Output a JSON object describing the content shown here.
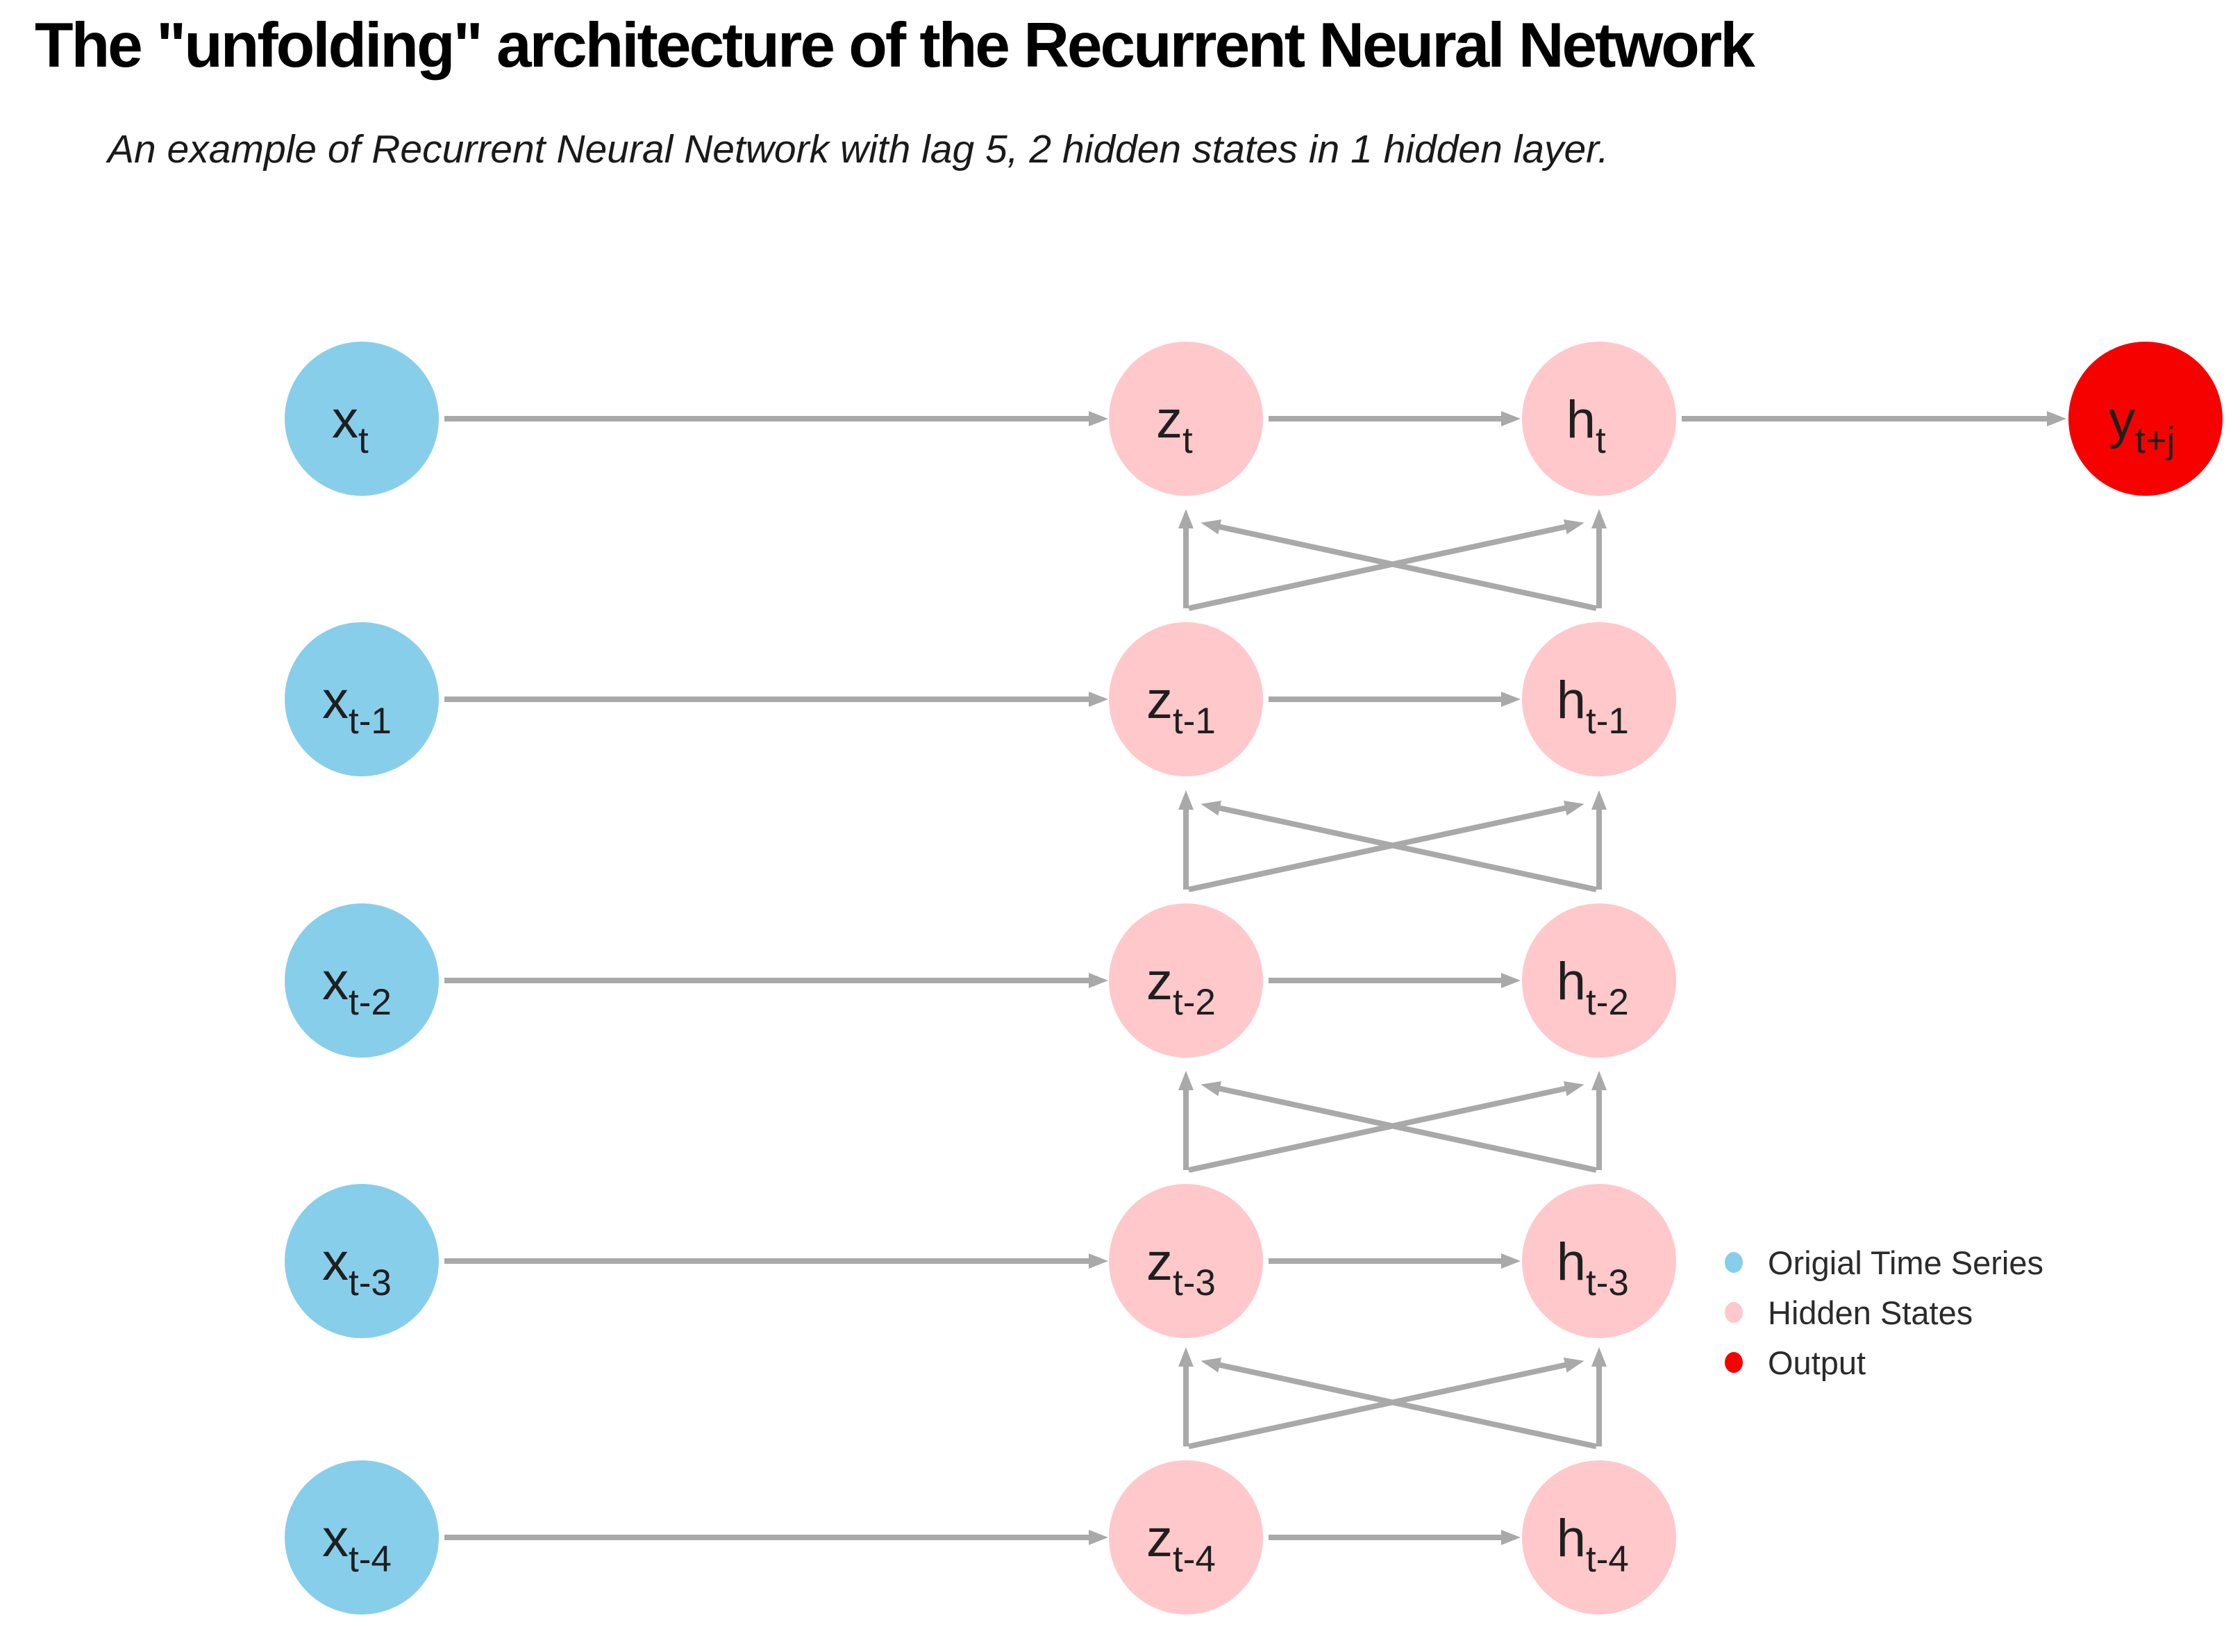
{
  "title": "The \"unfolding\" architecture of the Recurrent Neural Network",
  "subtitle": "An example of Recurrent Neural Network with lag 5, 2 hidden states in 1 hidden layer.",
  "colors": {
    "input_node": "#87ceeb",
    "hidden_node": "#ffc8cb",
    "output_node": "#f70000",
    "arrow": "#a9a9a9",
    "label_text": "#1f1f1f"
  },
  "nodes": {
    "x": [
      {
        "main": "x",
        "sub": "t"
      },
      {
        "main": "x",
        "sub": "t-1"
      },
      {
        "main": "x",
        "sub": "t-2"
      },
      {
        "main": "x",
        "sub": "t-3"
      },
      {
        "main": "x",
        "sub": "t-4"
      }
    ],
    "z": [
      {
        "main": "z",
        "sub": "t"
      },
      {
        "main": "z",
        "sub": "t-1"
      },
      {
        "main": "z",
        "sub": "t-2"
      },
      {
        "main": "z",
        "sub": "t-3"
      },
      {
        "main": "z",
        "sub": "t-4"
      }
    ],
    "h": [
      {
        "main": "h",
        "sub": "t"
      },
      {
        "main": "h",
        "sub": "t-1"
      },
      {
        "main": "h",
        "sub": "t-2"
      },
      {
        "main": "h",
        "sub": "t-3"
      },
      {
        "main": "h",
        "sub": "t-4"
      }
    ],
    "y": {
      "main": "y",
      "sub": "t+j"
    }
  },
  "edges": [
    "x(t)->z(t)",
    "x(t-1)->z(t-1)",
    "x(t-2)->z(t-2)",
    "x(t-3)->z(t-3)",
    "x(t-4)->z(t-4)",
    "z(t)->h(t)",
    "z(t-1)->h(t-1)",
    "z(t-2)->h(t-2)",
    "z(t-3)->h(t-3)",
    "z(t-4)->h(t-4)",
    "h(t)->y(t+j)",
    "z(t-1)->z(t)",
    "z(t-1)->h(t)",
    "h(t-1)->h(t)",
    "h(t-1)->z(t)",
    "z(t-2)->z(t-1)",
    "z(t-2)->h(t-1)",
    "h(t-2)->h(t-1)",
    "h(t-2)->z(t-1)",
    "z(t-3)->z(t-2)",
    "z(t-3)->h(t-2)",
    "h(t-3)->h(t-2)",
    "h(t-3)->z(t-2)",
    "z(t-4)->z(t-3)",
    "z(t-4)->h(t-3)",
    "h(t-4)->h(t-3)",
    "h(t-4)->z(t-3)"
  ],
  "legend": {
    "items": [
      {
        "label": "Origial Time Series",
        "color": "#87ceeb"
      },
      {
        "label": "Hidden States",
        "color": "#ffc8cb"
      },
      {
        "label": "Output",
        "color": "#f70000"
      }
    ]
  }
}
